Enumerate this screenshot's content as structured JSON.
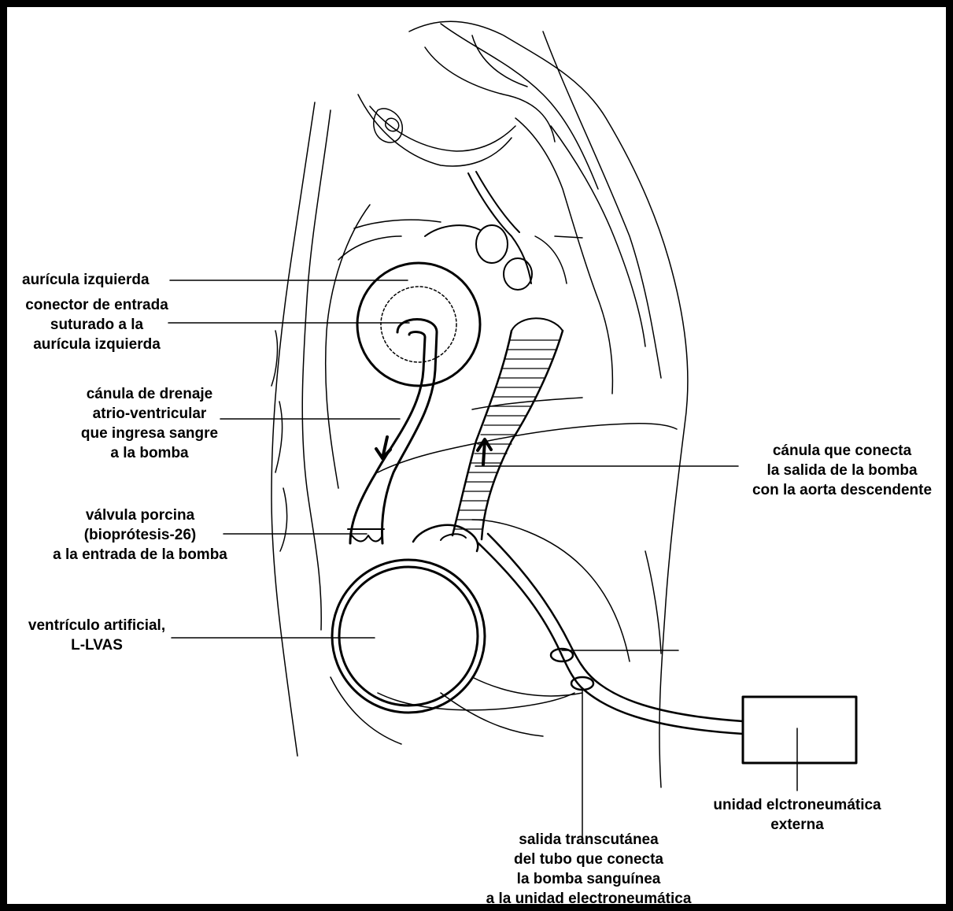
{
  "labels": {
    "auricula_izquierda": {
      "lines": [
        "aurícula izquierda"
      ]
    },
    "conector_entrada": {
      "lines": [
        "conector de entrada",
        "suturado a la",
        "aurícula izquierda"
      ]
    },
    "canula_drenaje": {
      "lines": [
        "cánula de drenaje",
        "atrio-ventricular",
        "que ingresa sangre",
        "a la bomba"
      ]
    },
    "valvula_porcina": {
      "lines": [
        "válvula porcina",
        "(bioprótesis-26)",
        "a la entrada de la bomba"
      ]
    },
    "ventriculo_artificial": {
      "lines": [
        "ventrículo artificial,",
        "L-LVAS"
      ]
    },
    "canula_aorta": {
      "lines": [
        "cánula que conecta",
        "la salida de la bomba",
        "con la aorta descendente"
      ]
    },
    "unidad_externa": {
      "lines": [
        "unidad elctroneumática",
        "externa"
      ]
    },
    "salida_transcutanea": {
      "lines": [
        "salida transcutánea",
        "del tubo que conecta",
        "la bomba sanguínea",
        "a la unidad electroneumática"
      ]
    }
  }
}
